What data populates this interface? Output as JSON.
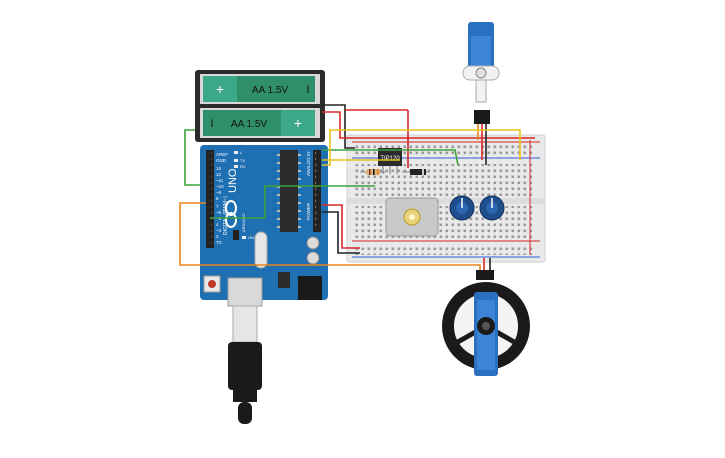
{
  "battery": {
    "cell_top_label": "AA 1.5V",
    "cell_bottom_label": "AA 1.5V",
    "plus": "+",
    "minus": "I"
  },
  "arduino": {
    "model": "UNO",
    "brand": "ARDUINO",
    "digital_label": "DIGITAL (PWM~)",
    "analog_label": "ANALOG IN",
    "power_label": "POWER",
    "aref": "AREF",
    "gnd": "GND",
    "tx": "TX",
    "rx": "RX",
    "on": "ON",
    "l": "L",
    "ioref": "IOREF",
    "reset": "RESET",
    "v33": "3.3V",
    "v5": "5V",
    "vin": "VIN"
  },
  "transistor": {
    "label": "TIP120"
  },
  "colors": {
    "arduino_blue": "#1f6fb3",
    "battery_green": "#2f8f6b",
    "servo_blue": "#2a6fc0",
    "wire_red": "#d62828",
    "wire_black": "#222222",
    "wire_green": "#3aa33a",
    "wire_orange": "#e8861a",
    "wire_yellow": "#e8c21a",
    "pot_blue": "#1f4e8c"
  },
  "components": {
    "servo_top": "micro-servo",
    "servo_bottom": "continuous-servo-wheel",
    "dc_motor": "dc-motor",
    "potentiometers": 2,
    "resistor": "resistor",
    "diode": "diode"
  }
}
